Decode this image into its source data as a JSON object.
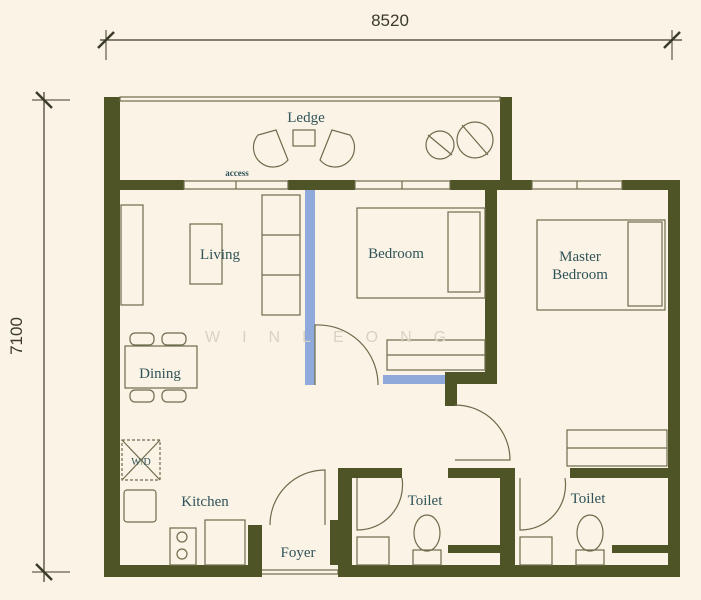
{
  "dimensions": {
    "width": "8520",
    "height": "7100"
  },
  "rooms": {
    "ledge": "Ledge",
    "access": "access",
    "living": "Living",
    "bedroom": "Bedroom",
    "master_1": "Master",
    "master_2": "Bedroom",
    "dining": "Dining",
    "kitchen": "Kitchen",
    "foyer": "Foyer",
    "toilet_1": "Toilet",
    "toilet_2": "Toilet",
    "washer": "W/D"
  },
  "watermark": "WINLEONG",
  "colors": {
    "wall": "#4f5426",
    "partition": "#8fa9db",
    "background": "#fbf4e6",
    "label": "#2f5358"
  }
}
